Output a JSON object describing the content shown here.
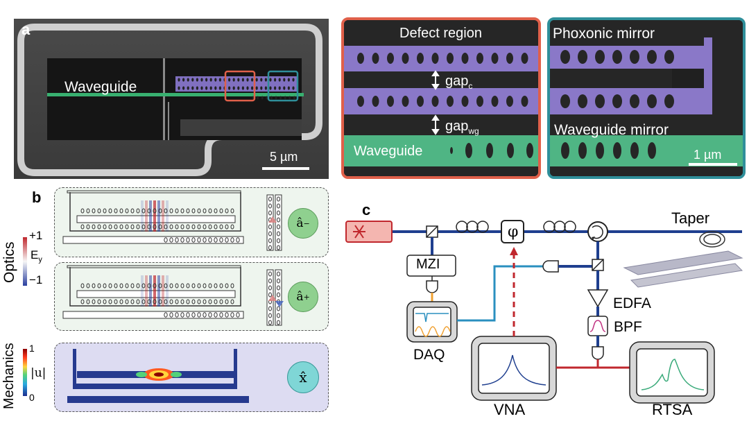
{
  "panel_a": {
    "letter": "a",
    "waveguide_label": "Waveguide",
    "scale_bar": "5 µm"
  },
  "zoom_defect": {
    "title": "Defect region",
    "gap_c": "gap",
    "gap_c_sub": "c",
    "gap_wg": "gap",
    "gap_wg_sub": "wg",
    "waveguide_label": "Waveguide"
  },
  "zoom_mirror": {
    "phononic_label": "Phoxonic mirror",
    "waveguide_mirror_label": "Waveguide mirror",
    "scale_bar": "1 µm"
  },
  "panel_b": {
    "letter": "b",
    "optics_label": "Optics",
    "colorbar_top": "+1",
    "colorbar_bottom": "−1",
    "colorbar_var": "E",
    "colorbar_var_sub": "y",
    "mode_minus": "â",
    "mode_minus_sub": "−",
    "mode_plus": "â",
    "mode_plus_sub": "+",
    "mechanics_label": "Mechanics",
    "mech_bar_top": "1",
    "mech_bar_bottom": "0",
    "mech_bar_var": "|u|",
    "mech_mode": "x̂"
  },
  "panel_c": {
    "letter": "c",
    "taper": "Taper",
    "mzi": "MZI",
    "phi": "φ",
    "daq": "DAQ",
    "edfa": "EDFA",
    "bpf": "BPF",
    "vna": "VNA",
    "rtsa": "RTSA"
  },
  "colors": {
    "fiber_blue": "#1f3f8f",
    "electrical_red": "#c0272d",
    "teal_line": "#2a8fbf",
    "laser_fill": "#f4b6b0",
    "mode_green": "#8fd08f",
    "mode_cyan": "#7fd6d6"
  }
}
